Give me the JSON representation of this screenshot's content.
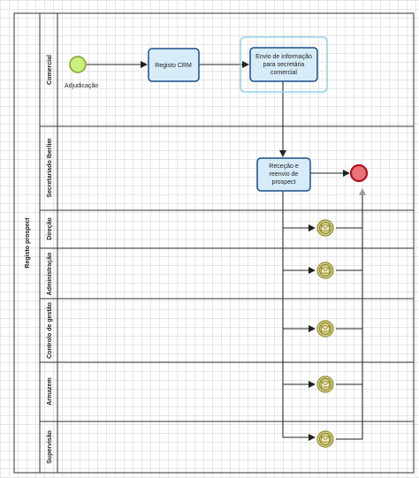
{
  "pool": {
    "title": "Registo prospect"
  },
  "lanes": [
    {
      "id": "comercial",
      "label": "Comercial"
    },
    {
      "id": "secretariado",
      "label": "Secretariado Iberlim"
    },
    {
      "id": "direcao",
      "label": "Direção"
    },
    {
      "id": "administracao",
      "label": "Administração"
    },
    {
      "id": "controlo",
      "label": "Controlo de gestão"
    },
    {
      "id": "armazem",
      "label": "Armazem"
    },
    {
      "id": "supervisao",
      "label": "Supervisão"
    }
  ],
  "start_event": {
    "label": "Adjudicação"
  },
  "tasks": {
    "registo": {
      "lines": [
        "Registo CRM"
      ]
    },
    "envio": {
      "lines": [
        "Envio de informação",
        "para secretária",
        "comercial"
      ]
    },
    "rececao": {
      "lines": [
        "Receção e",
        "reenvio de",
        "prospect"
      ]
    }
  },
  "colors": {
    "task_fill": "#d6ecf8",
    "task_stroke": "#1c4f87",
    "start_fill": "#c8f07a",
    "start_stroke": "#7aa12a",
    "end_fill": "#e8737a",
    "end_stroke": "#b0101c",
    "message_fill": "#d8d48a",
    "message_stroke": "#8f8a34",
    "selection": "#8fd3e8",
    "line": "#222222"
  }
}
